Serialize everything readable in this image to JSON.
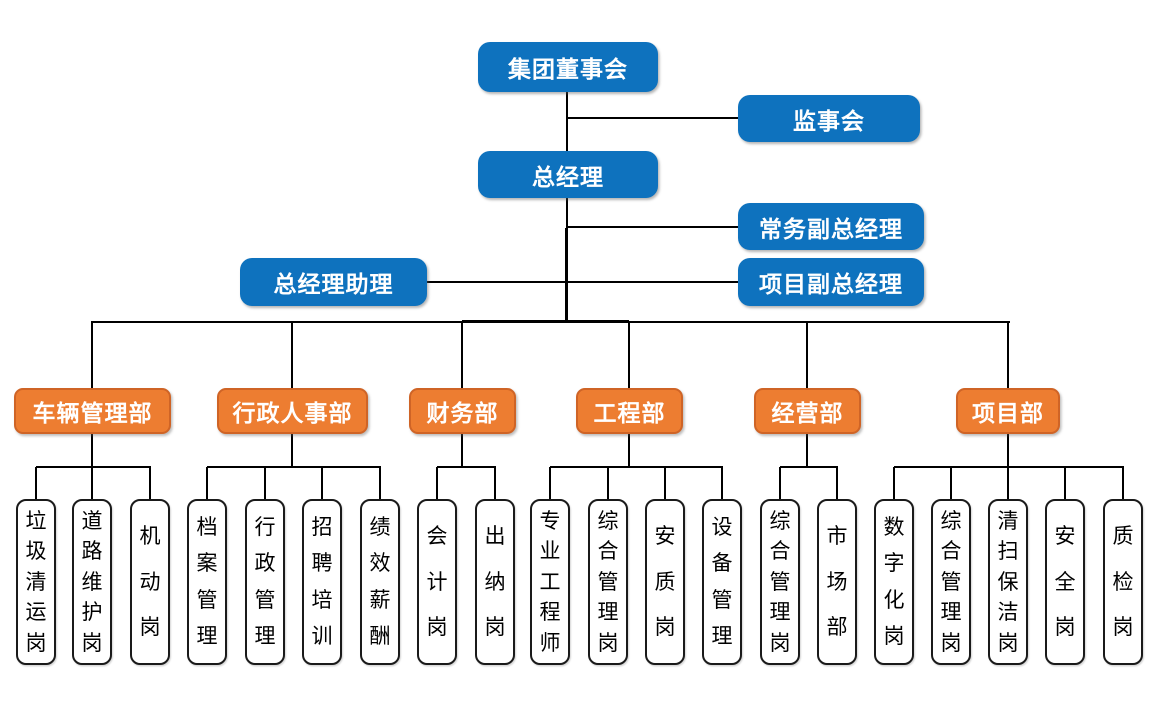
{
  "colors": {
    "primary_blue": "#0e72be",
    "accent_orange": "#ed7d31",
    "orange_border": "#cf6426",
    "line_color": "#000000"
  },
  "org": {
    "top": {
      "board": "集团董事会",
      "supervisory": "监事会",
      "general_manager": "总经理",
      "executive_deputy_gm": "常务副总经理",
      "gm_assistant": "总经理助理",
      "project_deputy_gm": "项目副总经理"
    },
    "departments": [
      {
        "name": "车辆管理部",
        "positions": [
          "垃圾清运岗",
          "道路维护岗",
          "机动岗"
        ]
      },
      {
        "name": "行政人事部",
        "positions": [
          "档案管理",
          "行政管理",
          "招聘培训",
          "绩效薪酬"
        ]
      },
      {
        "name": "财务部",
        "positions": [
          "会计岗",
          "出纳岗"
        ]
      },
      {
        "name": "工程部",
        "positions": [
          "专业工程师",
          "综合管理岗",
          "安质岗",
          "设备管理"
        ]
      },
      {
        "name": "经营部",
        "positions": [
          "综合管理岗",
          "市场部"
        ]
      },
      {
        "name": "项目部",
        "positions": [
          "数字化岗",
          "综合管理岗",
          "清扫保洁岗",
          "安全岗",
          "质检岗"
        ]
      }
    ]
  }
}
